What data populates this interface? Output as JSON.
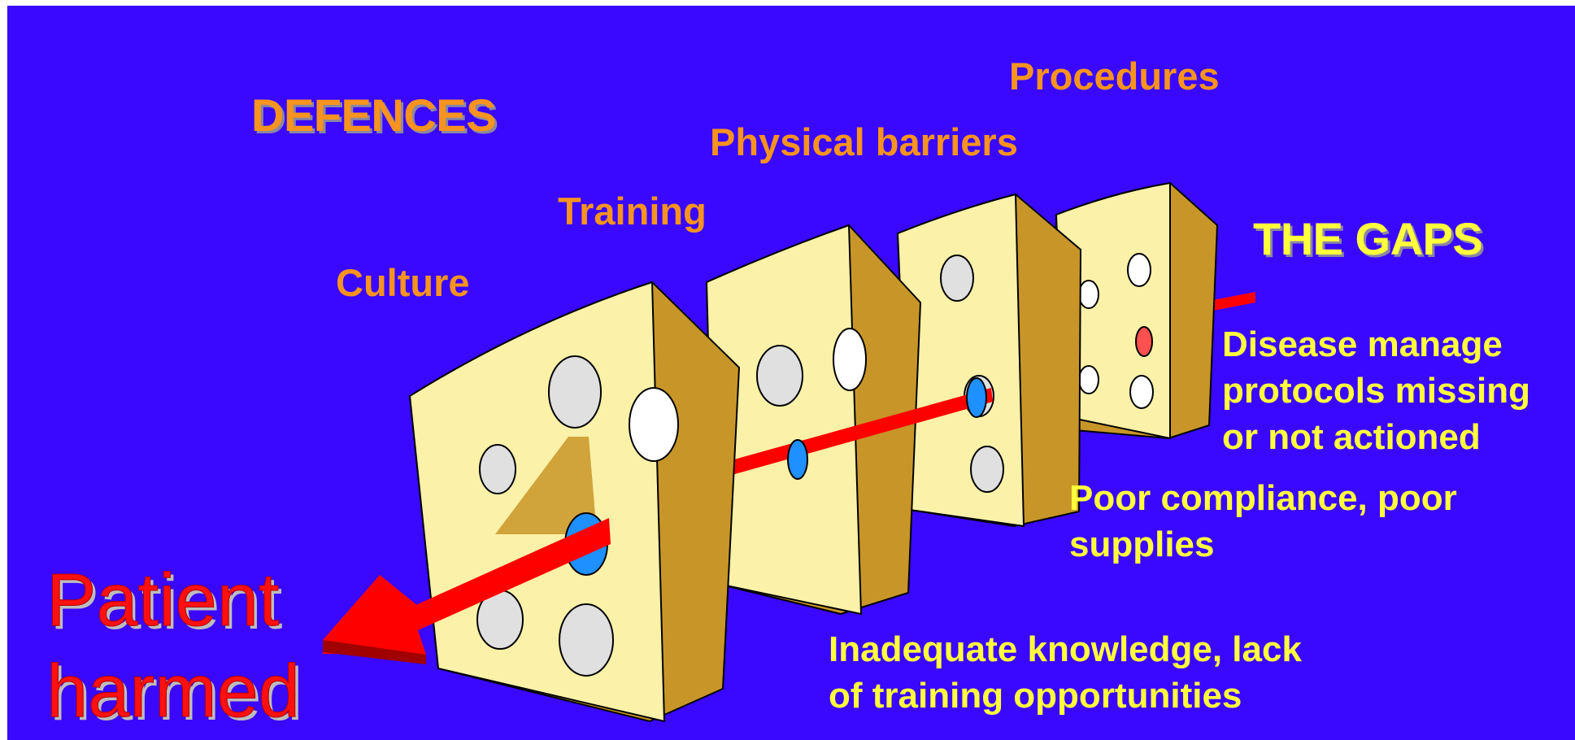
{
  "defences": {
    "title": "DEFENCES",
    "layers": [
      "Culture",
      "Training",
      "Physical barriers",
      "Procedures"
    ]
  },
  "gaps": {
    "title": "THE GAPS",
    "items": [
      [
        "Disease manage",
        "protocols missing",
        "or not actioned"
      ],
      [
        "Poor compliance, poor",
        "supplies"
      ],
      [
        "Inadequate knowledge, lack",
        "of training opportunities"
      ]
    ]
  },
  "outcome": {
    "lines": [
      "Patient",
      "harmed"
    ]
  },
  "colors": {
    "background": "#3a08ff",
    "defence_labels": "#f7931e",
    "gap_labels": "#ffff3c",
    "outcome_text": "#ff1010",
    "cheese_face": "#fbf1a8",
    "cheese_side": "#c89628",
    "arrow": "#ff0000"
  }
}
